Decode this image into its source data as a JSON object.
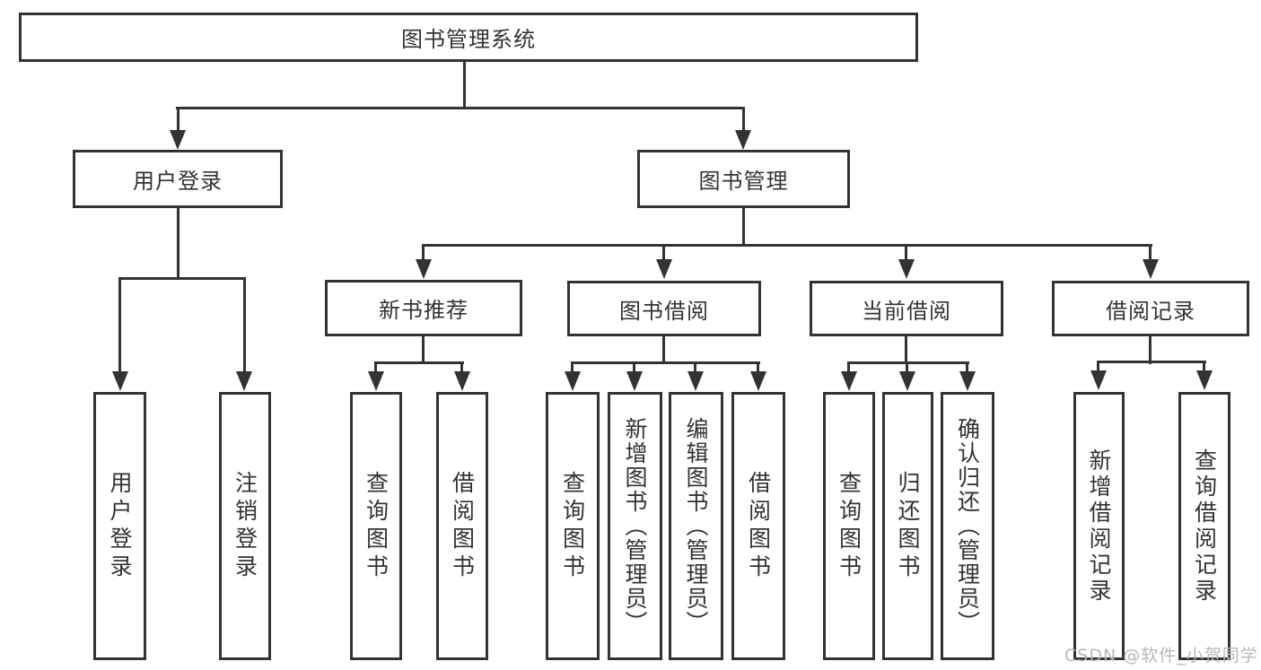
{
  "diagram": {
    "nodes": {
      "root": {
        "label": "图书管理系统"
      },
      "user_login": {
        "label": "用户登录"
      },
      "book_mgmt": {
        "label": "图书管理"
      },
      "new_book_rec": {
        "label": "新书推荐"
      },
      "book_borrow": {
        "label": "图书借阅"
      },
      "current_borrow": {
        "label": "当前借阅"
      },
      "borrow_records": {
        "label": "借阅记录"
      },
      "leaf_user_login": {
        "label": "用户登录"
      },
      "leaf_logout": {
        "label": "注销登录"
      },
      "leaf_query_books_1": {
        "label": "查询图书"
      },
      "leaf_borrow_books_1": {
        "label": "借阅图书"
      },
      "leaf_query_books_2": {
        "label": "查询图书"
      },
      "leaf_add_books": {
        "label": "新增图书（管理员）"
      },
      "leaf_edit_books": {
        "label": "编辑图书（管理员）"
      },
      "leaf_borrow_books_2": {
        "label": "借阅图书"
      },
      "leaf_query_books_3": {
        "label": "查询图书"
      },
      "leaf_return_books": {
        "label": "归还图书"
      },
      "leaf_confirm_return": {
        "label": "确认归还（管理员）"
      },
      "leaf_add_borrow_record": {
        "label": "新增借阅记录"
      },
      "leaf_query_borrow_record": {
        "label": "查询借阅记录"
      }
    },
    "watermark": "CSDN @软件_小贺同学",
    "colors": {
      "line": "#333333",
      "box_background": "#ffffff",
      "text": "#333333",
      "watermark": "#bdb7b7"
    }
  }
}
